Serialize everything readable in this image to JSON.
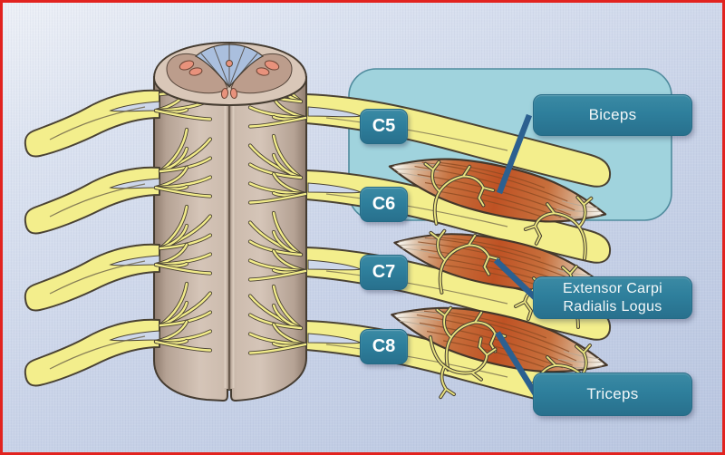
{
  "segments": [
    {
      "label": "C5"
    },
    {
      "label": "C6"
    },
    {
      "label": "C7"
    },
    {
      "label": "C8"
    }
  ],
  "callouts": {
    "biceps": {
      "label": "Biceps"
    },
    "extensor": {
      "line1": "Extensor Carpi",
      "line2": "Radialis Logus"
    },
    "triceps": {
      "label": "Triceps"
    }
  },
  "colors": {
    "frame-red": "#e2231f",
    "bg-top": "#eef1f7",
    "bg-bottom": "#b9c6e0",
    "label-teal": "#2e7f9c",
    "label-teal-dark": "#256a85",
    "highlight-fill": "#a0d3dd",
    "highlight-border": "#4f8b9d",
    "nerve-yellow": "#f3ee8c",
    "nerve-outline": "#4a4233",
    "cord-tan": "#cdbcae",
    "cord-outline": "#453c31",
    "gray-matter": "#bc9d8c",
    "dorsal-column-blue": "#aabfde",
    "nuclei-salmon": "#e8927c",
    "muscle-orange": "#bf5224",
    "muscle-tendon": "#f2ece2",
    "pointer-blue": "#2c6090"
  }
}
